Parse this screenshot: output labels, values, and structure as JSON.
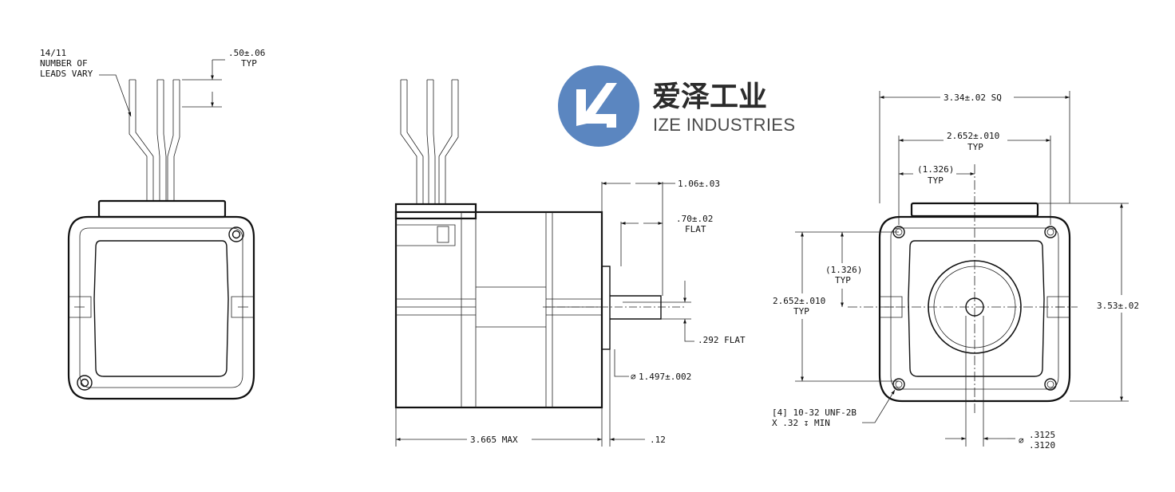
{
  "logo": {
    "name_cn": "爱泽工业",
    "name_en": "IZE INDUSTRIES",
    "brand_color": "#5b86c0"
  },
  "left_view": {
    "leads_note": [
      "14/11",
      "NUMBER OF",
      "LEADS VARY"
    ],
    "lead_spacing": [
      ".50±.06",
      "TYP"
    ]
  },
  "side_view": {
    "shaft_length": "1.06±.03",
    "flat_length": [
      ".70±.02",
      "FLAT"
    ],
    "flat_depth": ".292 FLAT",
    "pilot_diameter": "1.497±.002",
    "body_length": "3.665 MAX",
    "pilot_height": ".12"
  },
  "front_view": {
    "overall_square": "3.34±.02 SQ",
    "bolt_circle_h": [
      "2.652±.010",
      "TYP"
    ],
    "half_pitch_h": [
      "(1.326)",
      "TYP"
    ],
    "half_pitch_v": [
      "(1.326)",
      "TYP"
    ],
    "bolt_circle_v": [
      "2.652±.010",
      "TYP"
    ],
    "overall_height": "3.53±.02",
    "tapped_holes": [
      "[4] 10-32 UNF-2B",
      "X .32 ↧ MIN"
    ],
    "shaft_diameter": [
      ".3125",
      ".3120"
    ]
  },
  "symbols": {
    "diameter": "∅"
  }
}
